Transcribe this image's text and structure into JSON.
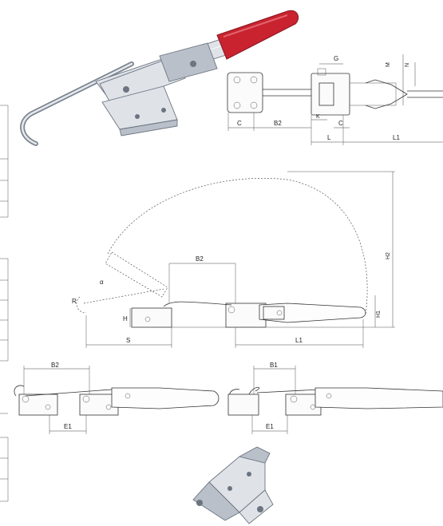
{
  "dimension_labels": {
    "top_g": "G",
    "top_m": "M",
    "top_n": "N",
    "top_c_left": "C",
    "top_b2": "B2",
    "top_k": "K",
    "top_c_right": "C",
    "top_l": "L",
    "top_l1": "L1",
    "side_b2": "B2",
    "side_alpha": "α",
    "side_r": "R",
    "side_h": "H",
    "side_s": "S",
    "side_l1": "L1",
    "side_h1": "H1",
    "side_h2": "H2",
    "bl_b2": "B2",
    "bl_e1": "E1",
    "br_b1": "B1",
    "br_e1": "E1"
  },
  "colors": {
    "handle_grip": "#c8232f",
    "metal": "#dfe3e8",
    "line": "#333333"
  }
}
